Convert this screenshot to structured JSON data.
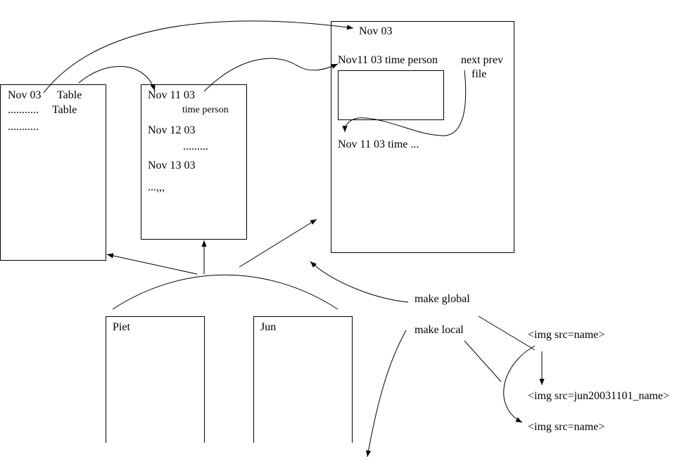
{
  "diagram": {
    "month_page": {
      "title": "Nov  03",
      "lines": [
        "Table",
        "...........",
        "Table",
        "..........."
      ]
    },
    "day_list": {
      "rows": [
        "Nov  11  03",
        "time  person",
        "Nov  12  03",
        ".........",
        "Nov  13  03",
        "...,,,"
      ]
    },
    "day_page": {
      "title": "Nov  03",
      "header": "Nov11 03 time person",
      "nav_next_prev": "next prev",
      "nav_file": "file",
      "entry": "Nov  11  03  time  ..."
    },
    "users": [
      "Piet",
      "Jun"
    ],
    "actions": {
      "make_global": "make global",
      "make_local": "make local"
    },
    "img_examples": [
      "<img src=name>",
      "<img src=jun20031101_name>",
      "<img src=name>"
    ]
  }
}
